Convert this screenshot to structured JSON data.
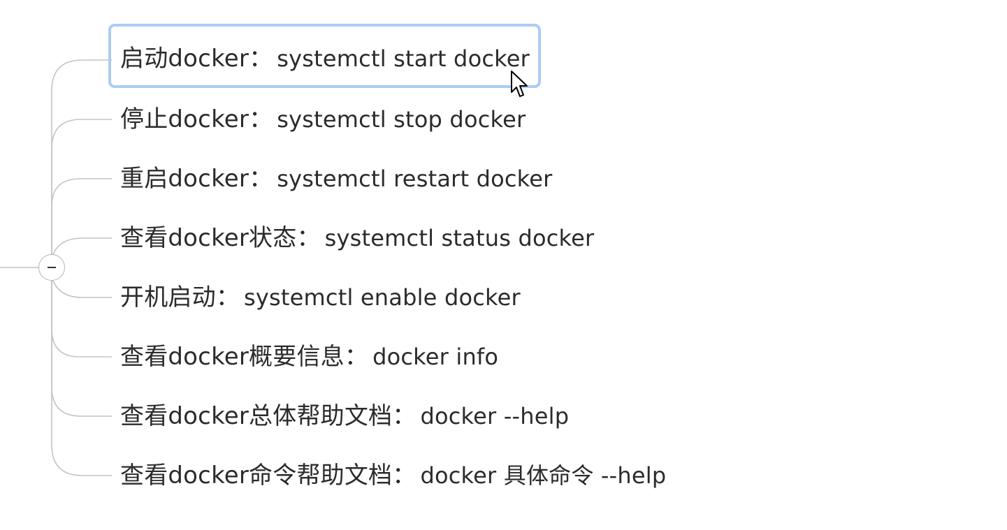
{
  "mindmap": {
    "branch_line_color": "#c4c4c4",
    "selection_color": "#a9cdf5",
    "collapse_icon": "minus-icon",
    "topics": [
      {
        "label": "启动docker",
        "separator": "：",
        "command": "systemctl start docker",
        "selected": true
      },
      {
        "label": "停止docker",
        "separator": "：",
        "command": "systemctl stop docker",
        "selected": false
      },
      {
        "label": "重启docker",
        "separator": "：",
        "command": "systemctl restart docker",
        "selected": false
      },
      {
        "label": "查看docker状态",
        "separator": "：",
        "command": "systemctl status docker",
        "selected": false
      },
      {
        "label": "开机启动",
        "separator": "：",
        "command": "systemctl enable docker",
        "selected": false
      },
      {
        "label": "查看docker概要信息",
        "separator": "：",
        "command": "docker info",
        "selected": false
      },
      {
        "label": "查看docker总体帮助文档",
        "separator": "：",
        "command": "docker --help",
        "selected": false
      },
      {
        "label": "查看docker命令帮助文档",
        "separator": "：",
        "command": "docker 具体命令 --help",
        "selected": false
      }
    ]
  },
  "cursor": {
    "icon": "mouse-pointer-icon"
  }
}
